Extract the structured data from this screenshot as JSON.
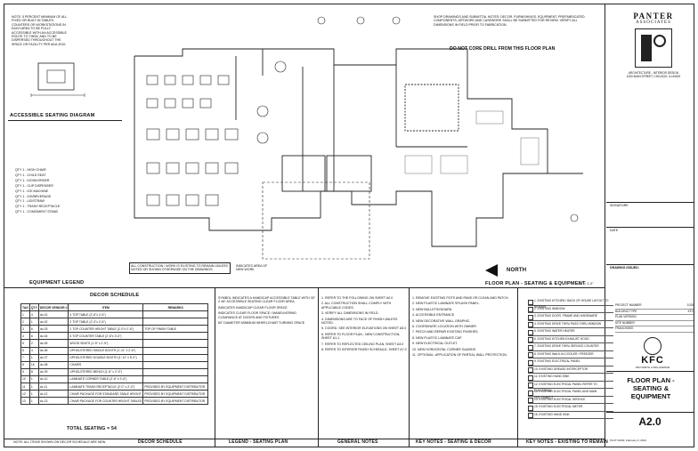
{
  "notes": {
    "accessible_note": "NOTE: 5 PERCENT MINIMUM OF ALL FIXED OR BUILT-IN TABLES, COUNTERS OR WORKSTATIONS IN EACH AREA TO BE FULLY ACCESSIBLE WITH AN ACCESSIBLE ROUTE TO THEM, AND TO BE DISPERSED THROUGHOUT THE SPACE OR FACILITY PER ADA 2010.",
    "top_right_note": "SHOP DRAWINGS AND SUBMITTAL NOTES: DECOR, FURNISHINGS, EQUIPMENT, PREFABRICATED COMPONENTS, ARTWORK AND CASEWORK SHALL BE SUBMITTED FOR REVIEW. VERIFY ALL DIMENSIONS IN FIELD PRIOR TO FABRICATION.",
    "do_not_drill": "DO NOT CORE DRILL FROM THIS FLOOR PLAN",
    "all_construction": "ALL CONSTRUCTION / WORK IS EXISTING TO REMAIN UNLESS NOTED OR SHOWN OTHERWISE ON THE DRAWINGS.",
    "indicates_area": "INDICATES AREA OF NEW WORK"
  },
  "headers": {
    "accessible_seating": "ACCESSIBLE SEATING DIAGRAM",
    "equipment_legend": "EQUIPMENT LEGEND",
    "floor_plan": "FLOOR PLAN - SEATING & EQUIPMENT",
    "scale": "1/4\" = 1'-0\"",
    "north": "NORTH",
    "decor_schedule": "DECOR SCHEDULE",
    "legend_seating": "LEGEND - SEATING PLAN",
    "general_notes": "GENERAL NOTES",
    "key_notes_seating": "KEY NOTES - SEATING & DECOR",
    "key_notes_existing": "KEY NOTES - EXISTING TO REMAIN"
  },
  "equipment_list": [
    "QTY 1 - HIGH CHAIR",
    "QTY 1 - CHILD SEAT",
    "QTY 1 - KIOSK/ORDER",
    "QTY 1 - CUP DISPENSER",
    "QTY 1 - ICE MACHINE",
    "QTY 1 - ICE/BEVERAGE",
    "QTY 1 - LID/STRAW",
    "QTY 1 - TRASH RECEPTACLE",
    "QTY 1 - CONDIMENT STAND"
  ],
  "firm": {
    "name": "PANTER",
    "name2": "ASSOCIATES",
    "desc": "ARCHITECTURE - INTERIOR DESIGN",
    "address": "1000 MAIN STREET, CHICAGO, ILLINOIS"
  },
  "client": {
    "logo": "KFC",
    "address": "150 NORTH LONG AVENUE"
  },
  "sheet": {
    "title1": "FLOOR PLAN -",
    "title2": "SEATING &",
    "title3": "EQUIPMENT",
    "number": "A2.0"
  },
  "drawing_issued": "DRAWING ISSUED:",
  "signature": "SIGNATURE",
  "date": "DATE",
  "decor_schedule": {
    "columns": [
      "TAG",
      "QTY",
      "DECOR VENDOR #",
      "ITEM",
      "REMARKS"
    ],
    "rows": [
      [
        "1",
        "4",
        "dc-01",
        "4 TOP TABLE (2'-6\"x 2'-6\")",
        ""
      ],
      [
        "2",
        "1",
        "dc-02",
        "2 TOP TABLE (2'-0\"x 2'-6\")",
        ""
      ],
      [
        "3",
        "6",
        "dc-03",
        "2 TOP COUNTER HEIGHT TABLE (2'-0\"x 2'-6\")",
        "TOP OF FINISH TABLE"
      ],
      [
        "4",
        "6",
        "dc-04",
        "4 TOP COUNTER TABLE (2'-6\"x 3'-0\")",
        ""
      ],
      [
        "5",
        "2",
        "dc-05",
        "WOOD SEATS (1'-5\" x 1'-5\")",
        ""
      ],
      [
        "6",
        "4",
        "dc-06",
        "UPHOLSTERED SINGLE BOOTH (1'-11\" x 2'-6\")",
        ""
      ],
      [
        "7",
        "1",
        "dc-07",
        "UPHOLSTERED DOUBLE BOOTH (1'-11\" x 5'-0\")",
        ""
      ],
      [
        "8",
        "16",
        "dc-08",
        "CHAIRS",
        ""
      ],
      [
        "9",
        "8",
        "dc-09",
        "UPHOLSTERED BENCH (1'-6\" x 2'-0\")",
        ""
      ],
      [
        "10",
        "1",
        "dc-10",
        "LAMINATE CORNER TABLE (2'-6\" x 3'-6\")",
        ""
      ],
      [
        "11",
        "1",
        "dc-11",
        "LAMINATE TRASH RECEPTACLE (2'-0\" x 2'-0\")",
        "PROVIDED BY EQUIPMENT DISTRIBUTOR"
      ],
      [
        "12",
        "1",
        "dc-12",
        "CHAIR PACKAGE FOR STANDARD TABLE HEIGHT",
        "PROVIDED BY EQUIPMENT DISTRIBUTOR"
      ],
      [
        "13",
        "1",
        "dc-13",
        "CHAIR PACKAGE FOR COUNTER HEIGHT TABLES",
        "PROVIDED BY EQUIPMENT DISTRIBUTOR"
      ]
    ],
    "total": "TOTAL SEATING = 54"
  },
  "legend_items": [
    "SYMBOL INDICATES A HANDICAP ACCESSIBLE TABLE WITH 30\" X 48\" ACCESSIBLE SEATING CLEAR FLOOR AREA.",
    "INDICATES HANDICAP CLEAR FLOOR SPACE",
    "INDICATES CLEAR FLOOR SPACE / MANEUVERING CLEARANCE AT DOORS AND FIXTURES",
    "60\" DIAMETER MINIMUM WHEELCHAIR TURNING SPACE"
  ],
  "general_notes": [
    "1. REFER TO THE FOLLOWING ON SHEET A0.0",
    "2. ALL CONSTRUCTION SHALL COMPLY WITH APPLICABLE CODES.",
    "3. VERIFY ALL DIMENSIONS IN FIELD.",
    "4. DIMENSIONS ARE TO FACE OF FINISH UNLESS NOTED.",
    "5. COORD. SEE INTERIOR ELEVATIONS ON SHEET A5.0",
    "6. REFER TO FLOOR PLAN - NEW CONSTRUCTION, SHEET A1.1",
    "7. REFER TO REFLECTED CEILING PLAN, SHEET A3.0",
    "8. REFER TO INTERIOR FINISH SCHEDULE, SHEET A7.0"
  ],
  "key_notes_seating": [
    "1. REMOVE EXISTING POTS AND PANS OR CLEAN AND PATCH.",
    "2. NEW PLASTIC LAMINATE SPLASH PANEL.",
    "3. NEW BULLETIN BOARD.",
    "4. ACCESSIBLE ENTRANCE.",
    "5. NEW DECORATIVE WALL GRAPHIC.",
    "6. COORDINATE LOCATION WITH OWNER.",
    "7. PATCH AND REPAIR EXISTING FINISHES.",
    "8. NEW PLASTIC LAMINATE CAP.",
    "9. NEW ELECTRICAL OUTLET.",
    "10. NEW HORIZONTAL CORNER GUARDS.",
    "11. OPTIONAL: APPLICATION OF PARTIAL WALL PROTECTION."
  ],
  "key_notes_existing": [
    "1. EXISTING KITCHEN / BACK OF HOUSE LAYOUT TO REMAIN",
    "2. EXISTING WINDOW",
    "3. EXISTING DOOR, FRAME AND HARDWARE",
    "4. EXISTING DRIVE THRU PASS-THRU WINDOW",
    "5. EXISTING WATER HEATER",
    "6. EXISTING KITCHEN EXHAUST HOOD",
    "7. EXISTING DRIVE THRU SERVICE COUNTER",
    "8. EXISTING WALK-IN COOLER / FREEZER",
    "9. EXISTING ELECTRICAL PANEL",
    "10. EXISTING GREASE INTERCEPTOR",
    "11. EXISTING HAND SINK",
    "12. EXISTING ELECTRICAL PANEL REFER TO ELECTRICAL",
    "13. EXISTING ELECTRICAL PANEL AND MAIN DISCONNECT",
    "14. EXISTING ELECTRICAL SERVICE",
    "15. EXISTING ELECTRICAL METER",
    "16. EXISTING HAND SINK"
  ],
  "project_info": [
    [
      "PROJECT NUMBER",
      "1025"
    ],
    [
      "BUILDING TYPE",
      "KFC"
    ],
    [
      "PLAN VERSION",
      ""
    ],
    [
      "SITE NUMBER",
      ""
    ],
    [
      "FRANCHISEE",
      ""
    ]
  ],
  "plot_date": "PLOT DATE: February 3, 2014",
  "note_bottom": "NOTE: ALL ITEMS SHOWN ON DECOR SCHEDULE ARE NEW."
}
